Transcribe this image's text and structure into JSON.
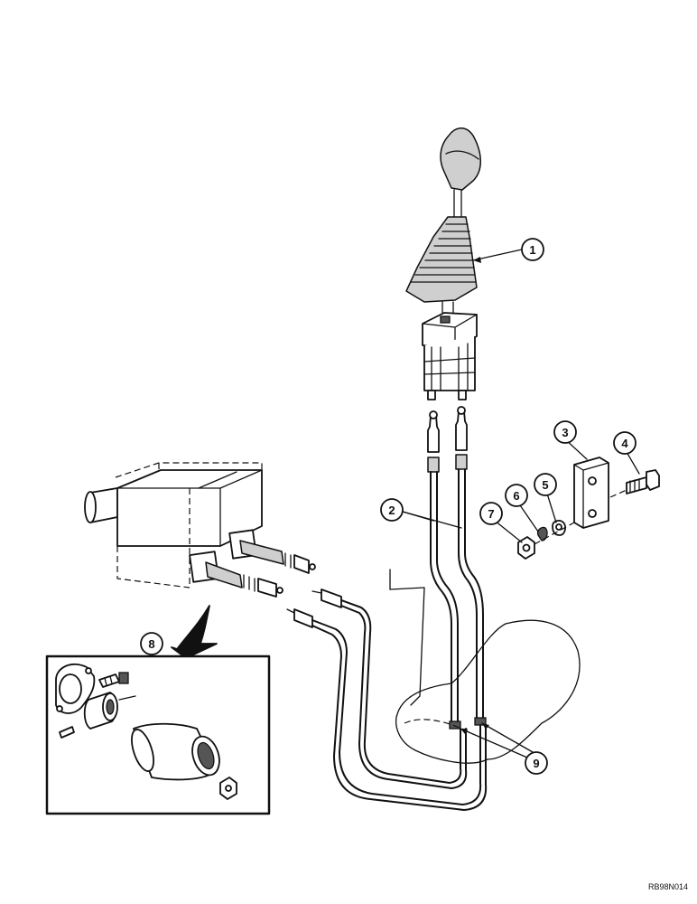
{
  "diagram": {
    "callouts": [
      {
        "id": "callout-1",
        "label": "1"
      },
      {
        "id": "callout-2",
        "label": "2"
      },
      {
        "id": "callout-3",
        "label": "3"
      },
      {
        "id": "callout-4",
        "label": "4"
      },
      {
        "id": "callout-5",
        "label": "5"
      },
      {
        "id": "callout-6",
        "label": "6"
      },
      {
        "id": "callout-7",
        "label": "7"
      },
      {
        "id": "callout-8",
        "label": "8"
      },
      {
        "id": "callout-9",
        "label": "9"
      }
    ],
    "reference_code": "RB98N014"
  }
}
